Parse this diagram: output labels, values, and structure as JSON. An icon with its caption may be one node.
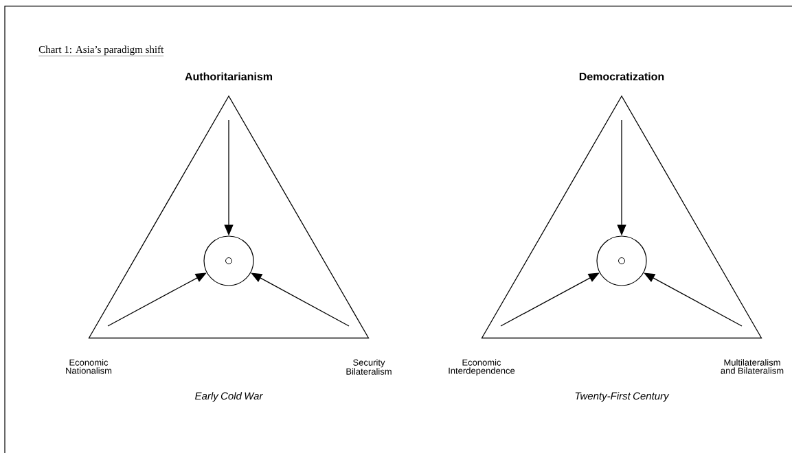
{
  "diagram": {
    "title": "Chart 1: Asia’s paradigm shift",
    "nodes": [
      {
        "text": [
          "Authoritarianism"
        ],
        "beside": [
          "Economic Nationalism",
          "Security Bilateralism"
        ]
      },
      {
        "text": [],
        "shape": "circle",
        "in": 0
      },
      {
        "text": [
          "Democratization"
        ],
        "beside": [
          "Economic Interdependence",
          "Multilateralism and Bilateralism"
        ]
      },
      {
        "text": [],
        "shape": "circle",
        "in": 2
      }
    ],
    "edges": [
      {
        "from": null,
        "to": 1,
        "arrow": "to"
      },
      {
        "from": null,
        "to": 1,
        "arrow": "to"
      },
      {
        "from": null,
        "to": 1,
        "arrow": "to"
      },
      {
        "from": null,
        "to": 3,
        "arrow": "to"
      },
      {
        "from": null,
        "to": 3,
        "arrow": "to"
      },
      {
        "from": null,
        "to": 3,
        "arrow": "to"
      }
    ],
    "labels": [
      "Early Cold War",
      "Twenty-First Century"
    ]
  }
}
